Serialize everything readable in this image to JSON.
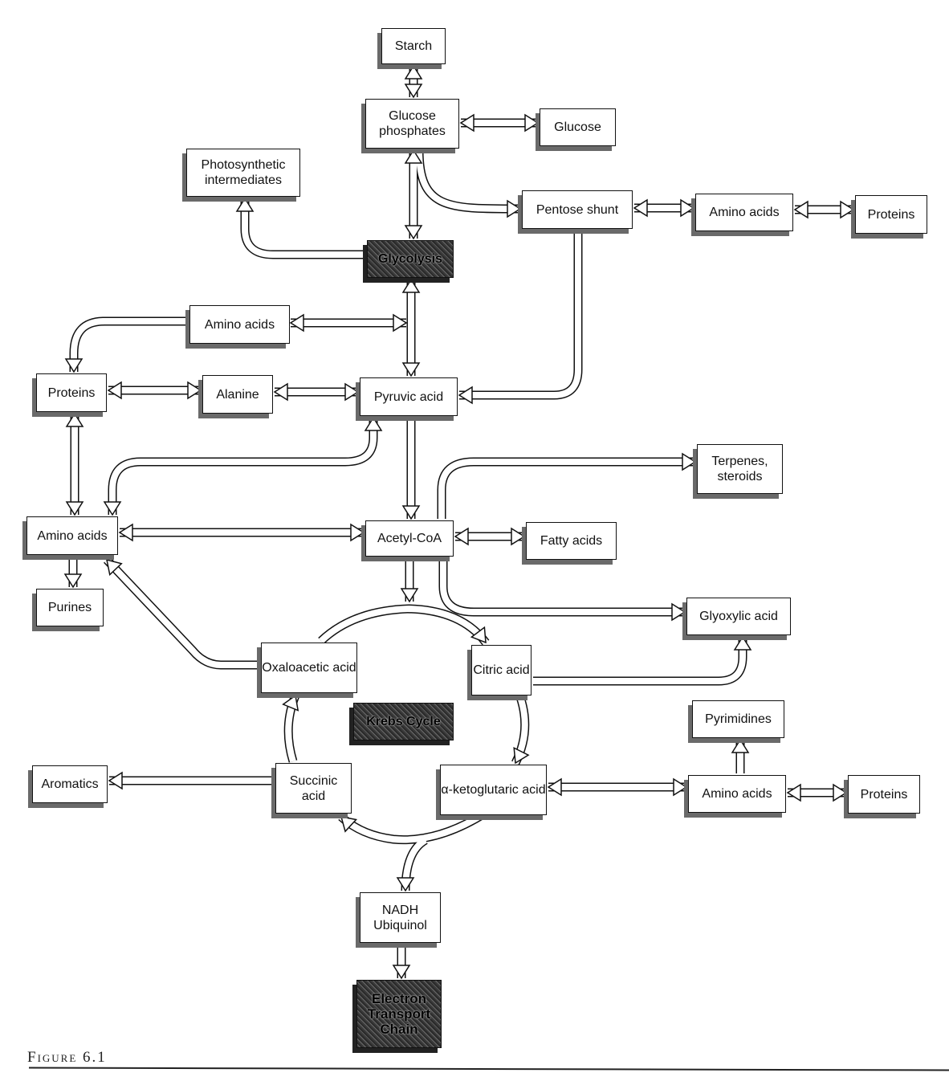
{
  "nodes": {
    "starch": "Starch",
    "glucose_phosphates": "Glucose phosphates",
    "glucose": "Glucose",
    "photosynthetic_intermediates": "Photosynthetic intermediates",
    "pentose_shunt": "Pentose shunt",
    "amino_acids_top_right": "Amino acids",
    "proteins_top_right": "Proteins",
    "glycolysis": "Glycolysis",
    "amino_acids_middle": "Amino acids",
    "proteins_left": "Proteins",
    "alanine": "Alanine",
    "pyruvic_acid": "Pyruvic acid",
    "terpenes_steroids": "Terpenes, steroids",
    "amino_acids_left": "Amino acids",
    "acetyl_coa": "Acetyl-CoA",
    "fatty_acids": "Fatty acids",
    "purines": "Purines",
    "glyoxylic_acid": "Glyoxylic acid",
    "oxaloacetic_acid": "Oxaloacetic acid",
    "citric_acid": "Citric acid",
    "krebs_cycle": "Krebs Cycle",
    "pyrimidines": "Pyrimidines",
    "aromatics": "Aromatics",
    "succinic_acid": "Succinic acid",
    "alpha_ketoglutaric_acid": "α-ketoglutaric acid",
    "amino_acids_lower_right": "Amino acids",
    "proteins_lower_right": "Proteins",
    "nadh_ubiquinol": "NADH Ubiquinol",
    "electron_transport_chain": "Electron Transport Chain"
  },
  "caption": "Figure 6.1"
}
